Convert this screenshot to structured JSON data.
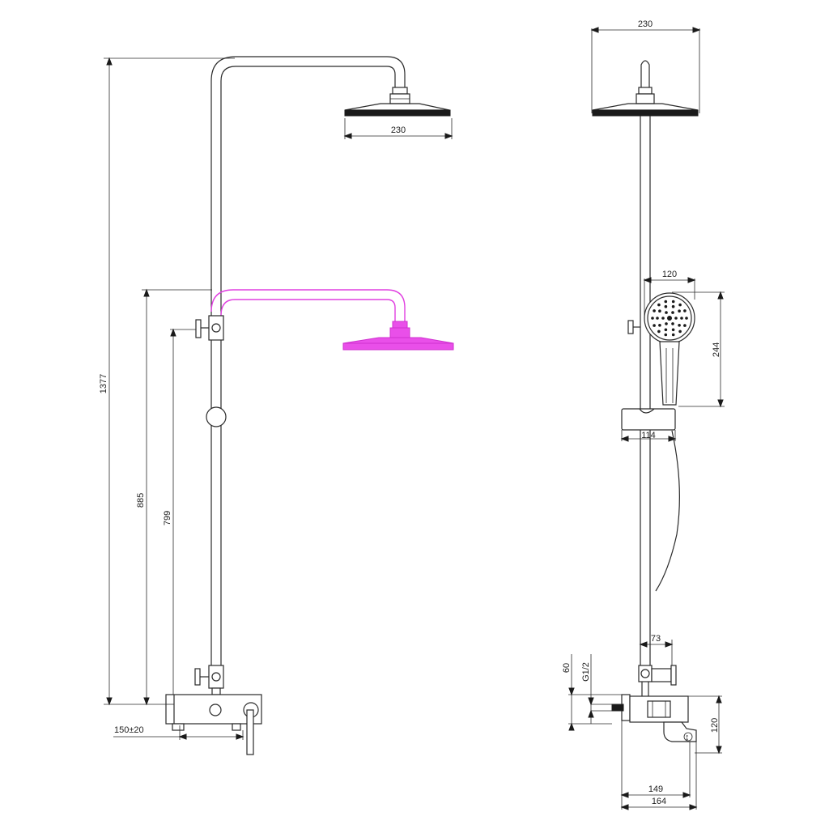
{
  "side_view": {
    "total_height": "1377",
    "slider_height": "885",
    "diverter_height": "799",
    "head_width_top": "230",
    "wall_offset": "150±20"
  },
  "front_view": {
    "head_width": "230",
    "hand_shower_diameter": "120",
    "hand_shower_height": "244",
    "holder_width": "114",
    "outlet_offset": "73",
    "inlet_height": "60",
    "thread": "G1/2",
    "mixer_height": "120",
    "depth_inner": "149",
    "depth_outer": "164"
  },
  "colors": {
    "line": "#2a2a2a",
    "highlight": "#e040e0"
  }
}
